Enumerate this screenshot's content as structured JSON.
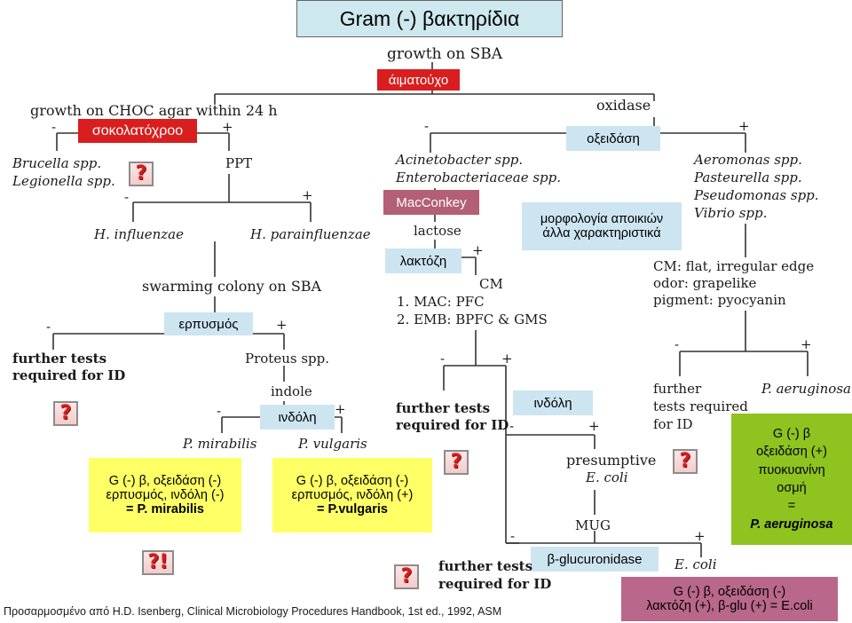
{
  "title": "Gram (-) βακτηρίδια",
  "top": {
    "growth_on_sba": "growth on SBA",
    "blood_agar": "άιματούχο"
  },
  "choc": {
    "label": "growth on CHOC agar within 24 h",
    "greek": "σοκολατόχροο",
    "minus": "-",
    "plus": "+",
    "brucella": "Brucella spp.",
    "legionella": "Legionella spp.",
    "ppt": "PPT",
    "h_influenzae": "H. influenzae",
    "h_parainfluenzae": "H. parainfluenzae"
  },
  "swarm": {
    "label": "swarming colony on SBA",
    "greek": "ερπυσμός",
    "further_tests": "further tests",
    "required_for_id": "required for ID",
    "proteus": "Proteus spp.",
    "indole": "indole",
    "indole_greek": "ινδόλη",
    "p_mirabilis": "P. mirabilis",
    "p_vulgaris": "P. vulgaris"
  },
  "box_mirabilis": {
    "line1": "G (-) β, οξειδάση (-)",
    "line2": "ερπυσμός, ινδόλη (-)",
    "line3": "= P. mirabilis"
  },
  "box_vulgaris": {
    "line1": "G (-) β, οξειδάση (-)",
    "line2": "ερπυσμός, ινδόλη (+)",
    "line3": "= P.vulgaris"
  },
  "oxidase": {
    "label": "oxidase",
    "greek": "οξειδάση"
  },
  "oxneg": {
    "acinetobacter": "Acinetobacter spp.",
    "enterobacteriaceae": "Enterobacteriaceae spp.",
    "macconkey": "MacConkey",
    "lactose": "lactose",
    "lactose_greek": "λακτόζη",
    "cm": "CM",
    "mac": "1. MAC: PFC",
    "emb": "2. EMB: BPFC & GMS"
  },
  "lacpos": {
    "further_tests": "further tests",
    "required_for_id": "required for ID",
    "indole_greek": "ινδόλη",
    "presumptive": "presumptive",
    "e_coli": "E. coli",
    "mug": "MUG",
    "b_glucuronidase": "β-glucuronidase",
    "further_tests2": "further tests",
    "required_for_id2": "required for ID",
    "e_coli2": "E. coli"
  },
  "colony_box": {
    "line1": "μορφολογία αποικιών",
    "line2": "άλλα χαρακτηριστικά"
  },
  "oxpos": {
    "aeromonas": "Aeromonas spp.",
    "pasteurella": "Pasteurella spp.",
    "pseudomonas": "Pseudomonas spp.",
    "vibrio": "Vibrio spp.",
    "cm": "CM:  flat, irregular edge",
    "odor": "odor:   grapelike",
    "pigment": "pigment:  pyocyanin",
    "further_tests": "further",
    "tests_required": "tests required",
    "for_id": "for ID",
    "p_aeruginosa": "P. aeruginosa"
  },
  "box_aeruginosa": {
    "line1": "G (-) β",
    "line2": "οξειδάση (+)",
    "line3": "πυοκυανίνη",
    "line4": "οσμή",
    "line5": "=",
    "line6": "P. aeruginosa"
  },
  "box_ecoli": {
    "line1": "G (-) β, οξειδάση (-)",
    "line2": "λακτόζη (+), β-glu (+) = E.coli"
  },
  "question_marks": [
    "?",
    "?",
    "?",
    "?",
    "?!",
    "?"
  ],
  "footer": "Προσαρμοσμένο από H.D. Isenberg, Clinical Microbiology Procedures Handbook, 1st ed., 1992, ASM",
  "colors": {
    "title_box": "#cde8ee",
    "red": "#d81e1e",
    "blue_box": "#cde5f0",
    "yellow": "#ffff66",
    "green": "#8fc31f",
    "pink": "#b9678a",
    "macconkey_bg": "#b35f76"
  }
}
